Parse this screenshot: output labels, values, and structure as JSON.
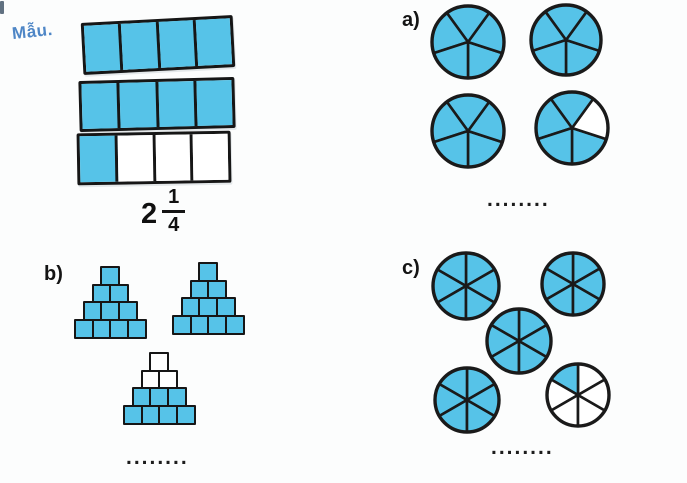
{
  "colors": {
    "shade_blue": "#56c3e8",
    "outline": "#1a1a1a",
    "label_blue": "#4e86c6"
  },
  "example": {
    "label": "Mẫu.",
    "bars": [
      {
        "cells": 4,
        "filled": 4
      },
      {
        "cells": 4,
        "filled": 4
      },
      {
        "cells": 4,
        "filled": 1
      }
    ],
    "mixed_number": {
      "whole": "2",
      "numerator": "1",
      "denominator": "4"
    }
  },
  "parts": [
    {
      "id": "a",
      "label": "a)",
      "shape": "pie",
      "sectors": 5,
      "start_angle": 270,
      "circles": [
        {
          "shaded": "5/5",
          "unshaded_sectors": []
        },
        {
          "shaded": "5/5",
          "unshaded_sectors": []
        },
        {
          "shaded": "5/5",
          "unshaded_sectors": []
        },
        {
          "shaded": "4/5",
          "unshaded_sectors": [
            1
          ]
        }
      ],
      "answer_placeholder": "........"
    },
    {
      "id": "b",
      "label": "b)",
      "shape": "pyramid",
      "rows": [
        1,
        2,
        3,
        4
      ],
      "pyramids": [
        {
          "shaded": "10/10",
          "unshaded_rows": []
        },
        {
          "shaded": "10/10",
          "unshaded_rows": []
        },
        {
          "shaded": "7/10",
          "unshaded_rows": [
            0,
            1
          ]
        }
      ],
      "answer_placeholder": "........"
    },
    {
      "id": "c",
      "label": "c)",
      "shape": "pie",
      "sectors": 6,
      "start_angle": 30,
      "circles": [
        {
          "shaded": "6/6",
          "unshaded_sectors": []
        },
        {
          "shaded": "6/6",
          "unshaded_sectors": []
        },
        {
          "shaded": "6/6",
          "unshaded_sectors": []
        },
        {
          "shaded": "6/6",
          "unshaded_sectors": []
        },
        {
          "shaded": "1/6",
          "unshaded_sectors": [
            0,
            2,
            3,
            4,
            5
          ]
        }
      ],
      "answer_placeholder": "........"
    }
  ]
}
